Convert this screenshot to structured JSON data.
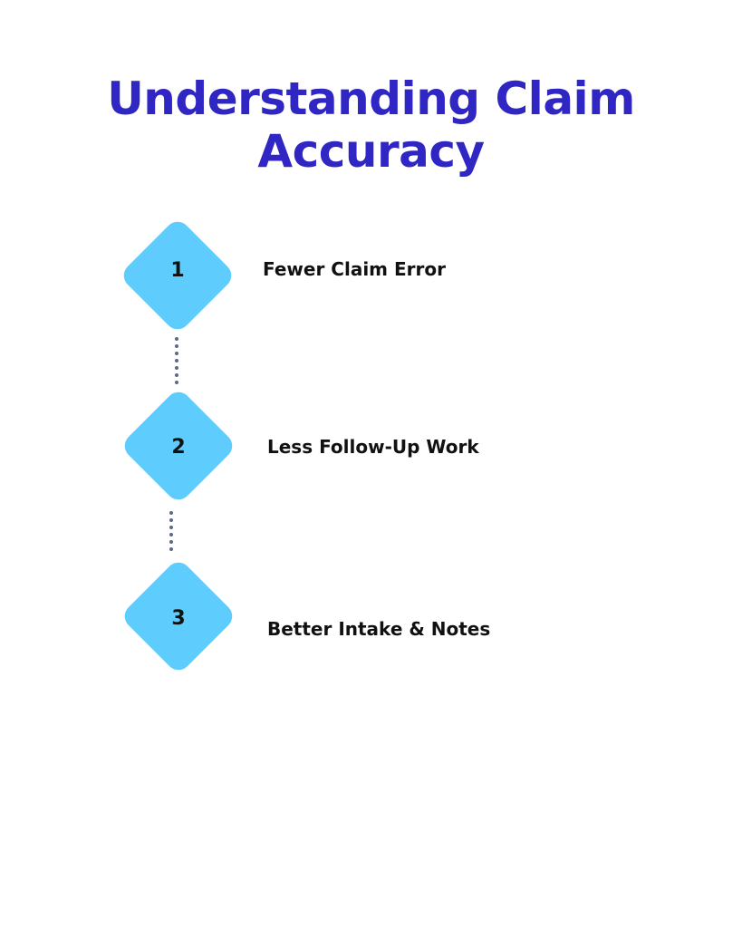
{
  "title": {
    "line1": "Understanding Claim",
    "line2": "Accuracy"
  },
  "colors": {
    "title": "#2f26c4",
    "diamond": "#5ecdfd",
    "connector": "#5b6b86",
    "text": "#111111"
  },
  "steps": [
    {
      "number": "1",
      "label": "Fewer Claim Error"
    },
    {
      "number": "2",
      "label": "Less Follow-Up Work"
    },
    {
      "number": "3",
      "label": "Better Intake & Notes"
    }
  ]
}
